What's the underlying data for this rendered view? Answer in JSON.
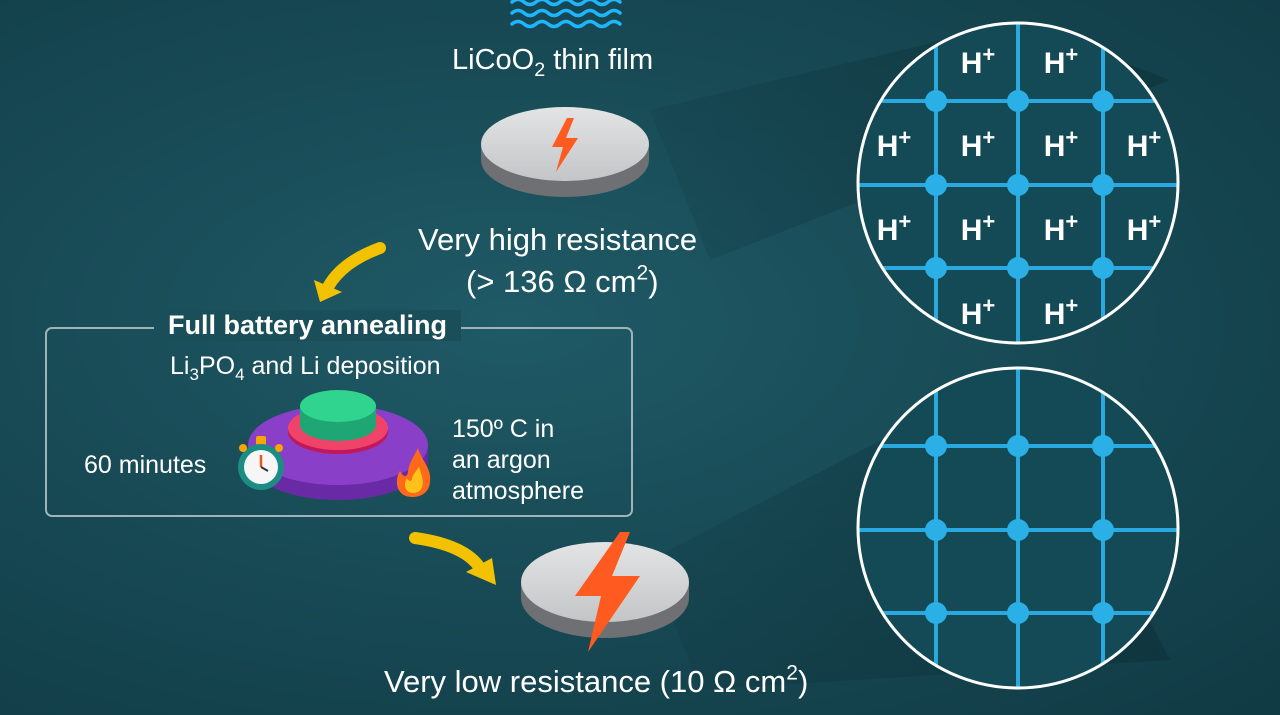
{
  "top_film": {
    "label_prefix": "LiCoO",
    "label_sub": "2",
    "label_suffix": " thin film"
  },
  "high_resistance": {
    "label": "Very high resistance",
    "value_prefix": "(> 136 Ω cm",
    "value_sup": "2",
    "value_suffix": ")"
  },
  "process": {
    "title": "Full battery annealing",
    "deposition_a": "Li",
    "deposition_sub_a": "3",
    "deposition_b": "PO",
    "deposition_sub_b": "4",
    "deposition_c": " and Li deposition",
    "duration": "60 minutes",
    "conditions_line1": "150º C in",
    "conditions_line2": "an argon",
    "conditions_line3": "atmosphere"
  },
  "low_resistance": {
    "prefix": "Very low resistance (10 Ω cm",
    "sup": "2",
    "suffix": ")"
  },
  "lattice_top": {
    "label": "H",
    "charge": "+",
    "rows": [
      [
        false,
        true,
        true,
        false
      ],
      [
        true,
        true,
        true,
        true
      ],
      [
        true,
        true,
        true,
        true
      ],
      [
        false,
        true,
        true,
        false
      ]
    ]
  },
  "colors": {
    "grid_line": "#29a9e0",
    "node": "#2ab0e6",
    "circle_fill": "#134a55",
    "arrow_yellow": "#f2c200",
    "lightning": "#ff5a1f",
    "disc_gray": "#cfd1d3",
    "electrolyte_green": "#31d48e",
    "heater_purple": "#8a3fc8"
  }
}
